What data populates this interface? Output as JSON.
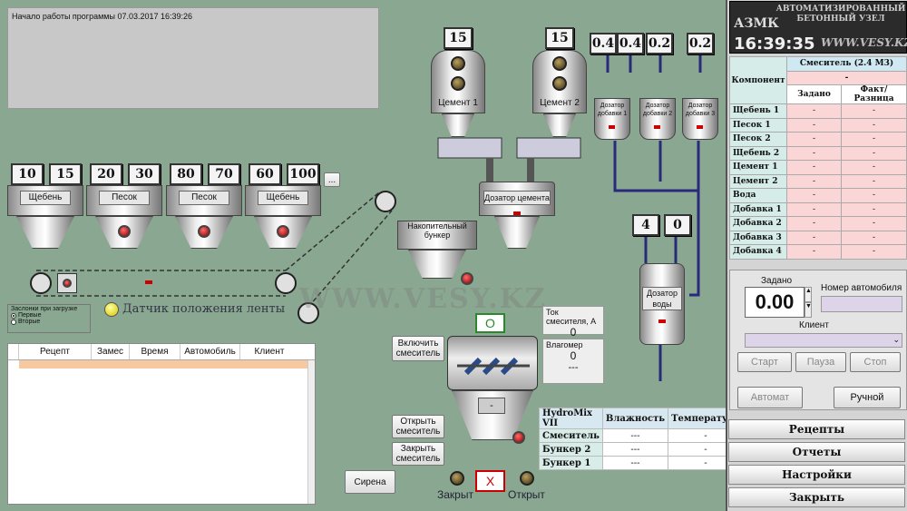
{
  "log": {
    "text": "Начало работы программы 07.03.2017 16:39:26"
  },
  "aggregate_bins": [
    {
      "label": "Щебень",
      "values": [
        "10",
        "15"
      ]
    },
    {
      "label": "Песок",
      "values": [
        "20",
        "30"
      ]
    },
    {
      "label": "Песок",
      "values": [
        "80",
        "70"
      ]
    },
    {
      "label": "Щебень",
      "values": [
        "60",
        "100"
      ]
    }
  ],
  "more_button": "...",
  "cement": [
    {
      "label": "Цемент 1",
      "value": "15"
    },
    {
      "label": "Цемент 2",
      "value": "15"
    }
  ],
  "cement_dozer": "Дозатор цемента",
  "additives": [
    {
      "label": "Дозатор добавки 1",
      "value": "0.4"
    },
    {
      "label": "Дозатор добавки 2",
      "value": "0.4"
    },
    {
      "label": "Дозатор добавки 3",
      "value": "0.2"
    },
    {
      "extra_value": "0.2"
    }
  ],
  "water": {
    "label": "Дозатор воды",
    "values": [
      "4",
      "0"
    ]
  },
  "storage_bin": "Накопительный бункер",
  "sensor_label": "Датчик положения ленты",
  "flaps": {
    "title": "Заслонки при загрузке",
    "options": [
      "Первые",
      "Вторые"
    ]
  },
  "mixer": {
    "status": "О",
    "on_button": "Включить смеситель",
    "current_label": "Ток смесителя, А",
    "current_value": "0",
    "moisture_label": "Влагомер",
    "moisture_value": "0",
    "moisture_sub": "---",
    "display": "-",
    "open_button": "Открыть смеситель",
    "close_button": "Закрыть смеситель",
    "closed_label": "Закрыт",
    "opened_label": "Открыт",
    "x_mark": "X",
    "siren": "Сирена"
  },
  "hydromix": {
    "headers": [
      "HydroMix VII",
      "Влажность",
      "Температура"
    ],
    "rows": [
      [
        "Смеситель",
        "---",
        "-"
      ],
      [
        "Бункер 2",
        "---",
        "-"
      ],
      [
        "Бункер 1",
        "---",
        "-"
      ]
    ]
  },
  "recipes_table": {
    "headers": [
      "Рецепт",
      "Замес",
      "Время",
      "Автомобиль",
      "Клиент"
    ]
  },
  "watermark": "WWW.VESY.KZ",
  "brand": {
    "short": "АЗМК",
    "line1": "АВТОМАТИЗИРОВАННЫЙ",
    "line2": "БЕТОННЫЙ УЗЕЛ",
    "clock": "16:39:35",
    "site": "WWW.VESY.KZ"
  },
  "components": {
    "header_component": "Компонент",
    "header_mixer": "Смеситель (2.4 М3)",
    "header_set": "Задано",
    "header_fact": "Факт/Разница",
    "top_dash": "-",
    "rows": [
      [
        "Щебень 1",
        "-",
        "-"
      ],
      [
        "Песок 1",
        "-",
        "-"
      ],
      [
        "Песок 2",
        "-",
        "-"
      ],
      [
        "Щебень 2",
        "-",
        "-"
      ],
      [
        "Цемент 1",
        "-",
        "-"
      ],
      [
        "Цемент 2",
        "-",
        "-"
      ],
      [
        "Вода",
        "-",
        "-"
      ],
      [
        "Добавка 1",
        "-",
        "-"
      ],
      [
        "Добавка 2",
        "-",
        "-"
      ],
      [
        "Добавка 3",
        "-",
        "-"
      ],
      [
        "Добавка 4",
        "-",
        "-"
      ]
    ]
  },
  "controls": {
    "set_label": "Задано",
    "set_value": "0.00",
    "car_label": "Номер автомобиля",
    "client_label": "Клиент",
    "start": "Старт",
    "pause": "Пауза",
    "stop": "Стоп",
    "auto": "Автомат",
    "manual": "Ручной"
  },
  "menu": [
    "Рецепты",
    "Отчеты",
    "Настройки",
    "Закрыть"
  ]
}
